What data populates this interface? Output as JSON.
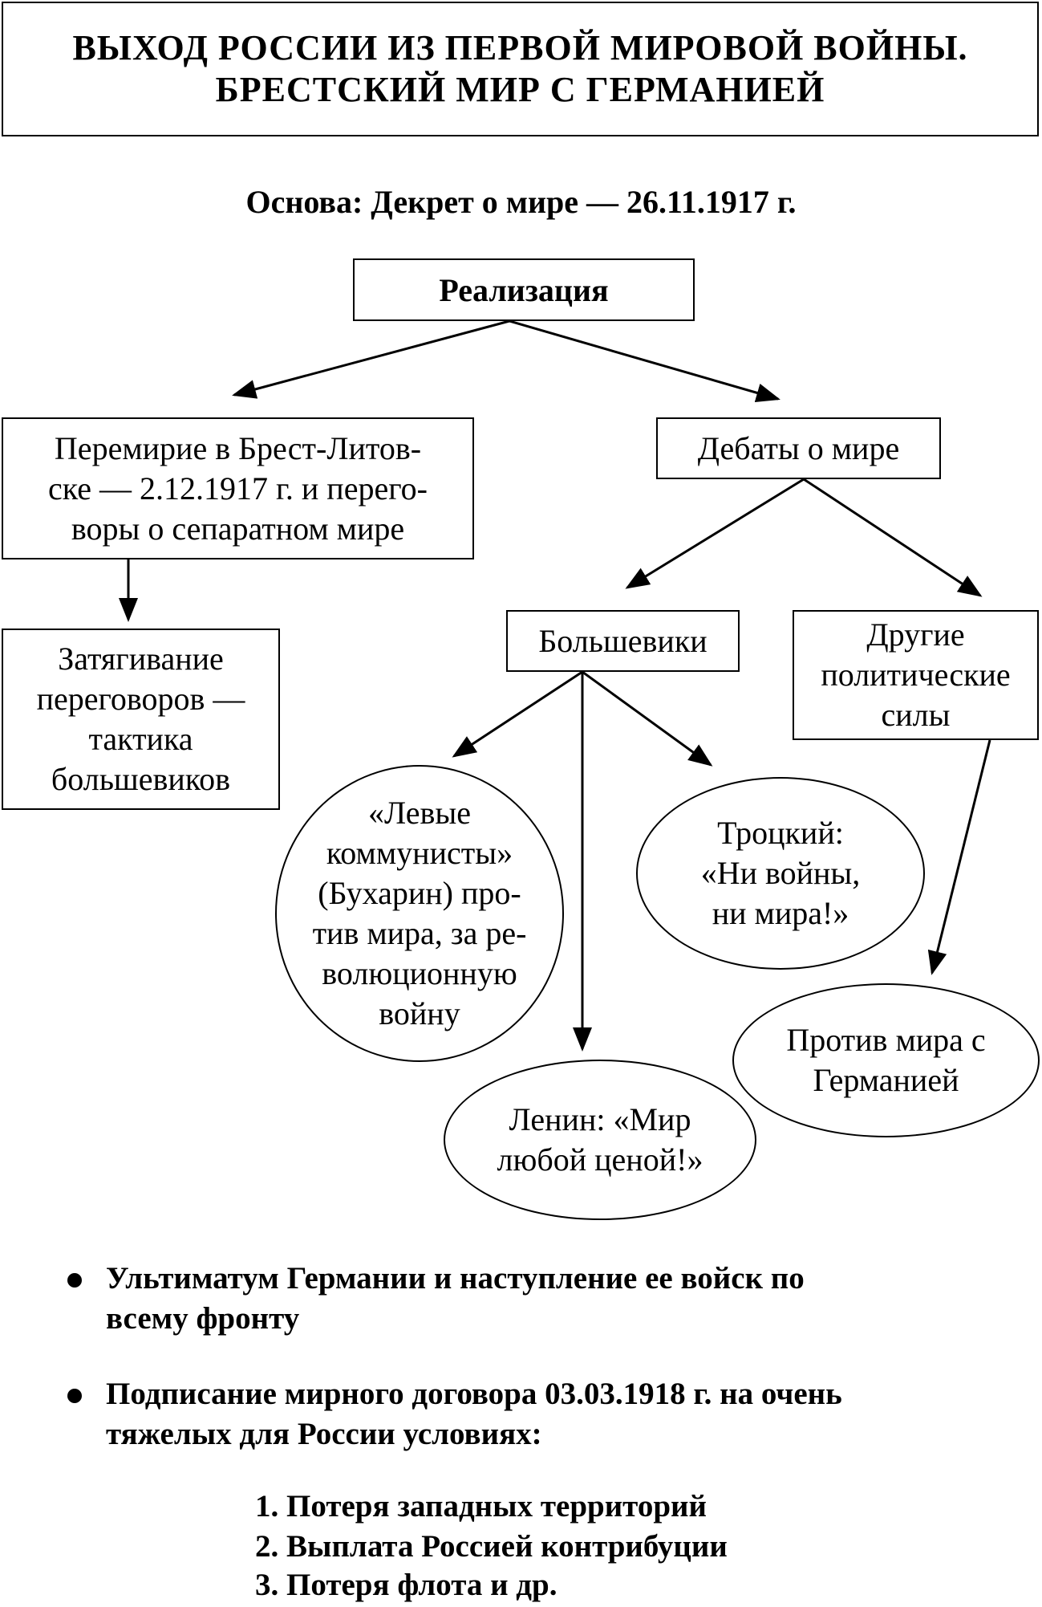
{
  "title": {
    "line1": "ВЫХОД РОССИИ ИЗ ПЕРВОЙ МИРОВОЙ ВОЙНЫ.",
    "line2": "БРЕСТСКИЙ МИР С ГЕРМАНИЕЙ"
  },
  "basis": "Основа: Декрет о мире — 26.11.1917 г.",
  "realization": "Реализация",
  "armistice": {
    "lines": [
      "Перемирие в Брест-Литов-",
      "ске — 2.12.1917 г. и перего-",
      "воры о сепаратном мире"
    ]
  },
  "delay": {
    "lines": [
      "Затягивание",
      "переговоров —",
      "тактика",
      "большевиков"
    ]
  },
  "debates": "Дебаты о мире",
  "bolsheviks": "Большевики",
  "other_forces": {
    "lines": [
      "Другие",
      "политические",
      "силы"
    ]
  },
  "left_communists": {
    "lines": [
      "«Левые",
      "коммунисты»",
      "(Бухарин) про-",
      "тив мира, за ре-",
      "волюционную",
      "войну"
    ]
  },
  "trotsky": {
    "lines": [
      "Троцкий:",
      "«Ни войны,",
      "ни мира!»"
    ]
  },
  "lenin": {
    "lines": [
      "Ленин: «Мир",
      "любой ценой!»"
    ]
  },
  "against_peace": {
    "lines": [
      "Против мира с",
      "Германией"
    ]
  },
  "bullets": [
    {
      "lines": [
        "Ультиматум Германии и наступление ее войск по",
        "всему фронту"
      ]
    },
    {
      "lines": [
        "Подписание мирного договора 03.03.1918 г. на очень",
        "тяжелых для России условиях:"
      ]
    }
  ],
  "consequences": [
    "1. Потеря западных территорий",
    "2. Выплата Россией контрибуции",
    "3. Потеря флота и др."
  ]
}
